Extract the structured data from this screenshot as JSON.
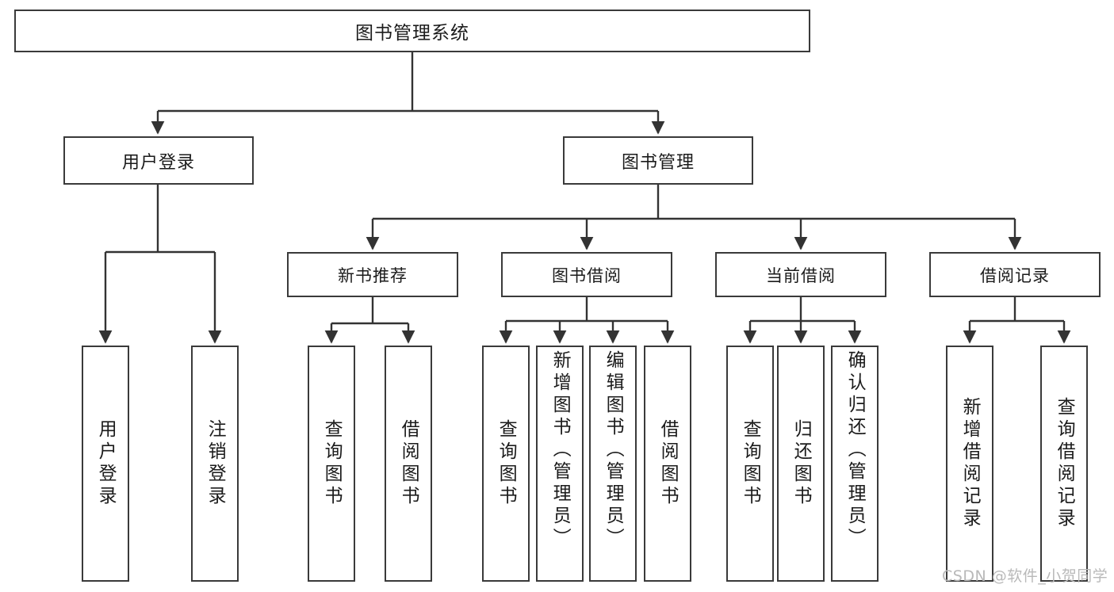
{
  "diagram": {
    "type": "tree-hierarchy",
    "title": "图书管理系统",
    "orientation": "top-down",
    "colors": {
      "box_border": "#3a3a3a",
      "box_fill": "#ffffff",
      "connector": "#333333",
      "text": "#1b1b1b",
      "watermark": "#b9b9b9",
      "background": "#ffffff"
    }
  },
  "root": {
    "label": "图书管理系统"
  },
  "level1": [
    {
      "label": "用户登录"
    },
    {
      "label": "图书管理"
    }
  ],
  "level2": [
    {
      "label": "新书推荐"
    },
    {
      "label": "图书借阅"
    },
    {
      "label": "当前借阅"
    },
    {
      "label": "借阅记录"
    }
  ],
  "leaves": {
    "user_login": [
      {
        "label": "用户登录"
      },
      {
        "label": "注销登录"
      }
    ],
    "new_book_recommend": [
      {
        "label": "查询图书"
      },
      {
        "label": "借阅图书"
      }
    ],
    "book_borrow": [
      {
        "label": "查询图书"
      },
      {
        "label": "新增图书（管理员）"
      },
      {
        "label": "编辑图书（管理员）"
      },
      {
        "label": "借阅图书"
      }
    ],
    "current_borrow": [
      {
        "label": "查询图书"
      },
      {
        "label": "归还图书"
      },
      {
        "label": "确认归还（管理员）"
      }
    ],
    "borrow_record": [
      {
        "label": "新增借阅记录"
      },
      {
        "label": "查询借阅记录"
      }
    ]
  },
  "watermark": {
    "text": "CSDN @软件_小贺同学"
  }
}
